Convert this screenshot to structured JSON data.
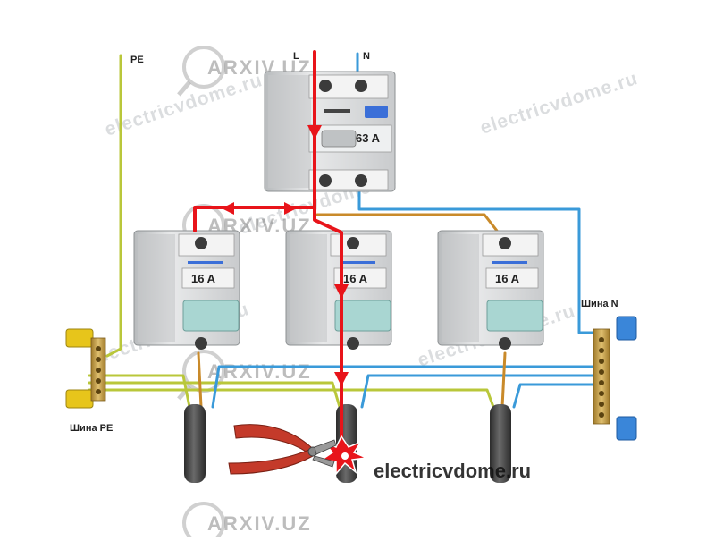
{
  "labels": {
    "pe": "PE",
    "l": "L",
    "n": "N",
    "bus_pe": "Шина PE",
    "bus_n": "Шина N"
  },
  "rcd": {
    "rating": "63 A"
  },
  "breakers": [
    {
      "rating": "16 A"
    },
    {
      "rating": "16 A"
    },
    {
      "rating": "16 A"
    }
  ],
  "watermarks": {
    "arxiv": "ARXIV.UZ",
    "site": "electricvdome.ru"
  },
  "colors": {
    "phase_current": "#e8141a",
    "neutral": "#3a9ad9",
    "protective_earth": "#b9c73a",
    "phase": "#c98a2a",
    "device_body": "#d9dbdc",
    "handle": "#a9d6d2",
    "label_blue": "#2a6fd6"
  }
}
